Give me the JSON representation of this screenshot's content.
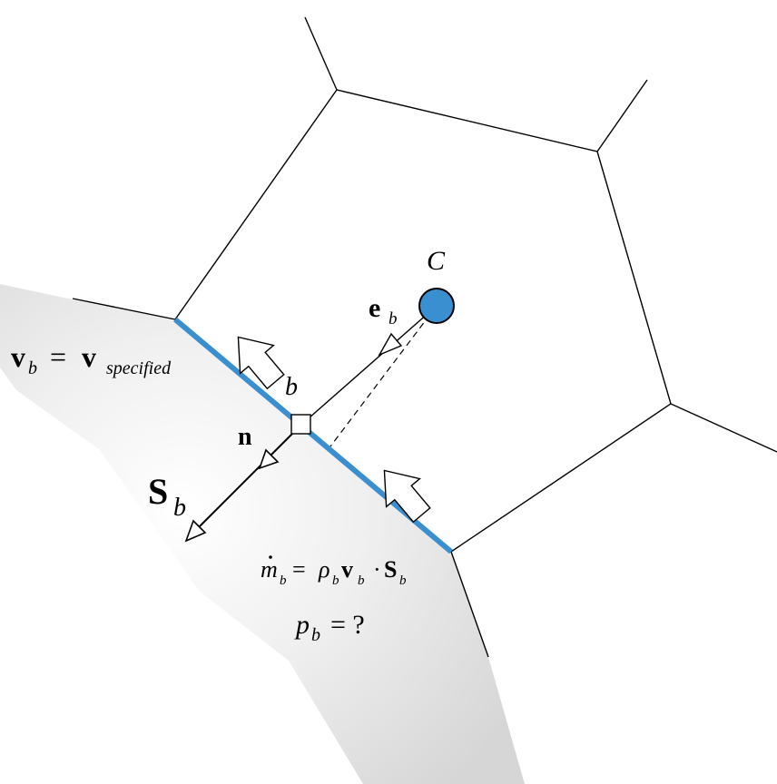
{
  "labels": {
    "centroid": "C",
    "face": "b",
    "normal": "n",
    "e_main": "e",
    "e_sub": "b",
    "S_main": "S",
    "S_sub": "b",
    "bc_v": "v",
    "bc_v_sub": "b",
    "bc_eq": "=",
    "bc_v2": "v",
    "bc_v2_sub": "specified",
    "mdot_m": "m",
    "mdot_sub": "b",
    "mdot_eq": "=",
    "mdot_rho": "ρ",
    "mdot_rho_sub": "b",
    "mdot_v": "v",
    "mdot_v_sub": "b",
    "mdot_dot": "·",
    "mdot_S": "S",
    "mdot_S_sub": "b",
    "p_p": "p",
    "p_sub": "b",
    "p_eq": "= ?"
  },
  "colors": {
    "boundary": "#3a8fd1",
    "centroid_fill": "#3a8fd1",
    "lines": "#000000",
    "domain_shade": "#d9d9d9"
  }
}
